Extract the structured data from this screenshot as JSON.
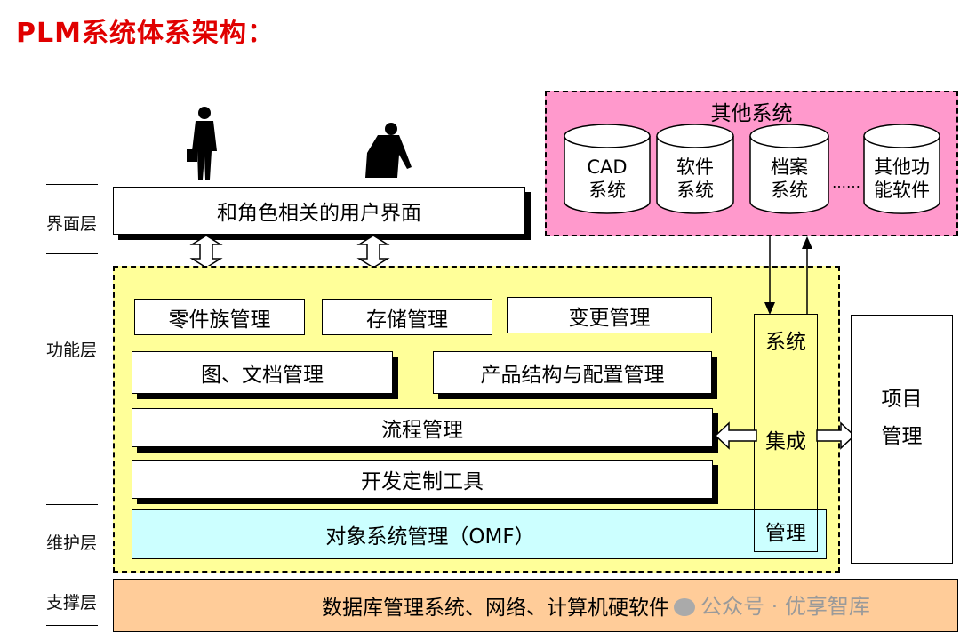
{
  "title": "PLM系统体系架构：",
  "layers": {
    "interface": "界面层",
    "function": "功能层",
    "maintenance": "维护层",
    "support": "支撑层"
  },
  "ui_box": "和角色相关的用户界面",
  "other_systems": {
    "title": "其他系统",
    "items": [
      {
        "line1": "CAD",
        "line2": "系统"
      },
      {
        "line1": "软件",
        "line2": "系统"
      },
      {
        "line1": "档案",
        "line2": "系统"
      },
      {
        "line1": "其他功",
        "line2": "能软件"
      }
    ],
    "ellipsis": "……"
  },
  "modules": {
    "part_family": "零件族管理",
    "storage": "存储管理",
    "change": "变更管理",
    "drawing_doc": "图、文档管理",
    "product_structure": "产品结构与配置管理",
    "workflow": "流程管理",
    "dev_tools": "开发定制工具",
    "omf": "对象系统管理（OMF）"
  },
  "integration": {
    "top": "系统",
    "middle": "集成",
    "bottom": "管理"
  },
  "project": {
    "line1": "项目",
    "line2": "管理"
  },
  "support_box": "数据库管理系统、网络、计算机硬软件",
  "watermark": "公众号 · 优享智库",
  "colors": {
    "title_red": "#e00000",
    "function_layer_bg": "#ffff99",
    "other_systems_bg": "#ff99cc",
    "omf_bg": "#ccffff",
    "support_bg": "#ffcc99"
  }
}
